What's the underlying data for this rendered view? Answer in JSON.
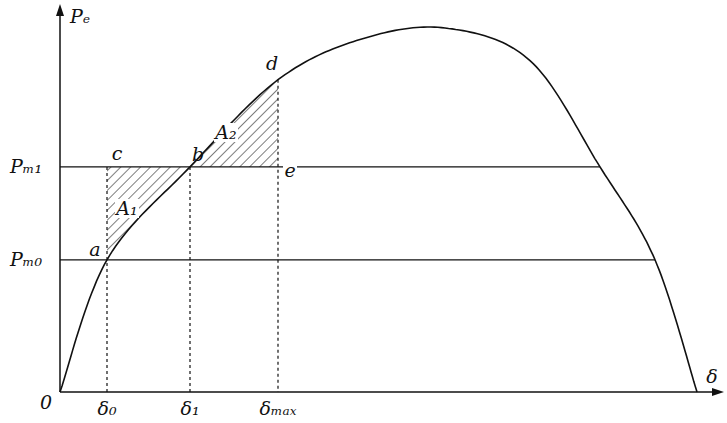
{
  "diagram": {
    "labels": [
      "Pₑ",
      "Pₘ₁",
      "Pₘ₀",
      "0",
      "δ",
      "δ₀",
      "δ₁",
      "δₘₐₓ",
      "a",
      "b",
      "c",
      "d",
      "e",
      "A₁",
      "A₂"
    ]
  }
}
